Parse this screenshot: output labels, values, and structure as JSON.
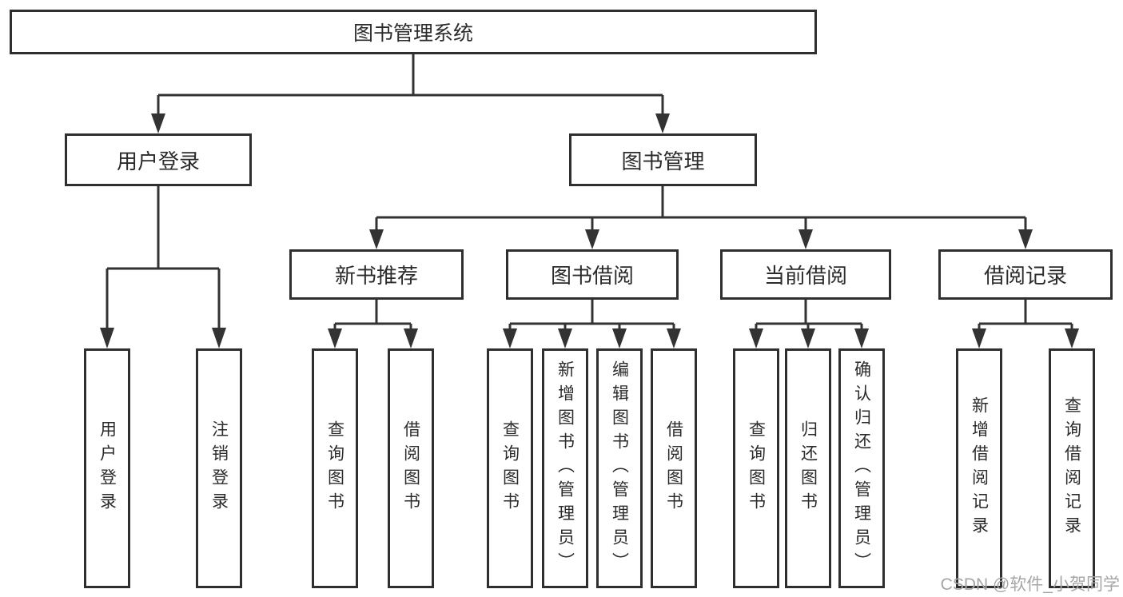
{
  "root": {
    "label": "图书管理系统"
  },
  "user_login": {
    "label": "用户登录",
    "children": [
      {
        "label": "用户登录"
      },
      {
        "label": "注销登录"
      }
    ]
  },
  "book_mgmt": {
    "label": "图书管理",
    "sections": [
      {
        "label": "新书推荐",
        "children": [
          {
            "label": "查询图书"
          },
          {
            "label": "借阅图书"
          }
        ]
      },
      {
        "label": "图书借阅",
        "children": [
          {
            "label": "查询图书"
          },
          {
            "label": "新增图书（管理员）"
          },
          {
            "label": "编辑图书（管理员）"
          },
          {
            "label": "借阅图书"
          }
        ]
      },
      {
        "label": "当前借阅",
        "children": [
          {
            "label": "查询图书"
          },
          {
            "label": "归还图书"
          },
          {
            "label": "确认归还（管理员）"
          }
        ]
      },
      {
        "label": "借阅记录",
        "children": [
          {
            "label": "新增借阅记录"
          },
          {
            "label": "查询借阅记录"
          }
        ]
      }
    ]
  },
  "watermark": "CSDN @软件_小贺同学",
  "colors": {
    "line": "#333333",
    "box_border": "#2f2f2f",
    "box_fill": "#ffffff",
    "text": "#2b2b2b",
    "watermark": "#a6a6a6",
    "background": "#ffffff"
  }
}
